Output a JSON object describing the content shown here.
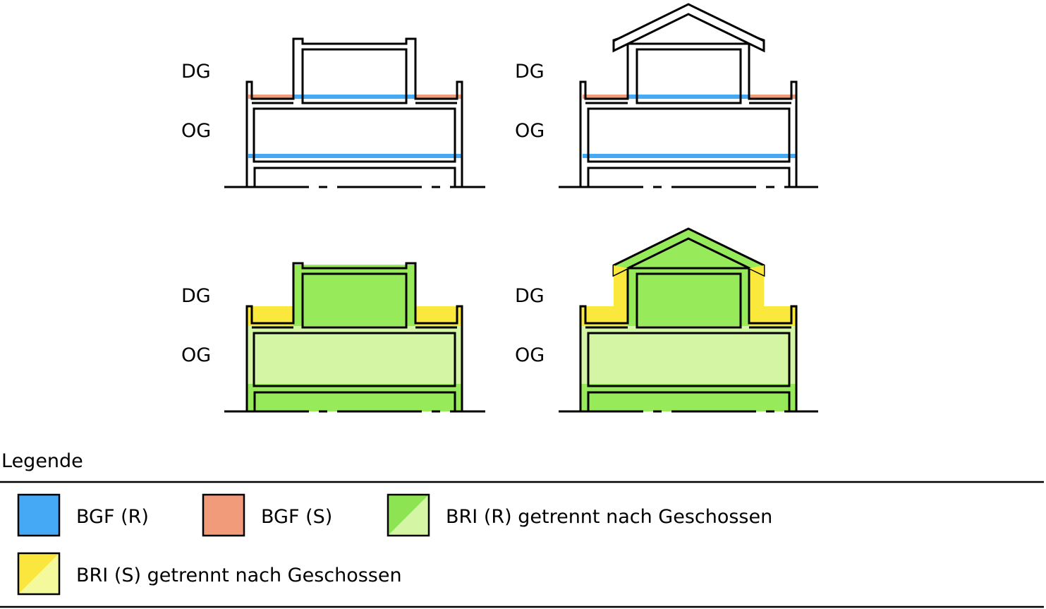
{
  "diagrams": [
    {
      "floor_labels": {
        "dg": "DG",
        "og": "OG"
      }
    },
    {
      "floor_labels": {
        "dg": "DG",
        "og": "OG"
      }
    },
    {
      "floor_labels": {
        "dg": "DG",
        "og": "OG"
      }
    },
    {
      "floor_labels": {
        "dg": "DG",
        "og": "OG"
      }
    }
  ],
  "legend": {
    "title": "Legende",
    "items": [
      {
        "label": "BGF (R)",
        "color": "#46a9f5"
      },
      {
        "label": "BGF (S)",
        "color": "#f29b7a"
      },
      {
        "label": "BRI (R) getrennt nach Geschossen",
        "color_dark": "#8ce453",
        "color_light": "#d4f5a3"
      },
      {
        "label": "BRI (S) getrennt nach Geschossen",
        "color_dark": "#fae63c",
        "color_light": "#f4fa9c"
      }
    ]
  },
  "colors": {
    "bgf_r": "#46a9f5",
    "bgf_s": "#f29b7a",
    "bri_r_dark": "#97ea5a",
    "bri_r_light": "#d4f5a3",
    "bri_s": "#fae83c",
    "line": "#000000"
  }
}
